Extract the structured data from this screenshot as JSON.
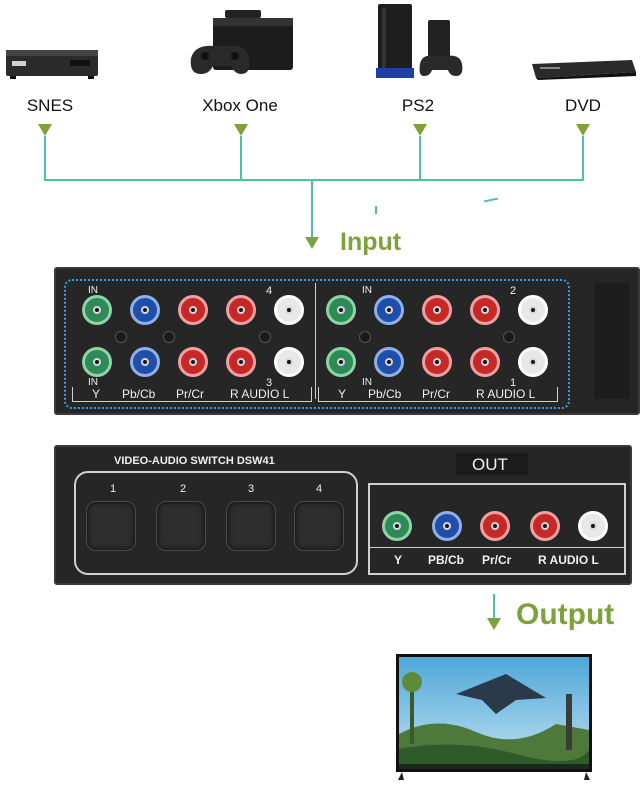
{
  "sources": [
    {
      "label": "SNES",
      "icon": "snes-console-icon"
    },
    {
      "label": "Xbox One",
      "icon": "xbox-console-icon"
    },
    {
      "label": "PS2",
      "icon": "ps2-console-icon"
    },
    {
      "label": "DVD",
      "icon": "dvd-player-icon"
    }
  ],
  "input_label": "Input",
  "output_label": "Output",
  "input_panel": {
    "group_left": {
      "top_in": "IN",
      "top_num": "4",
      "bottom_in": "IN",
      "bottom_num": "3"
    },
    "group_right": {
      "top_in": "IN",
      "top_num": "2",
      "bottom_in": "IN",
      "bottom_num": "1"
    },
    "labels": {
      "y": "Y",
      "pb": "Pb/Cb",
      "pr": "Pr/Cr",
      "audio": "R  AUDIO  L"
    }
  },
  "switch_panel": {
    "title": "VIDEO-AUDIO SWITCH DSW41",
    "buttons": [
      "1",
      "2",
      "3",
      "4"
    ],
    "out_label": "OUT",
    "out_labels": {
      "y": "Y",
      "pb": "PB/Cb",
      "pr": "Pr/Cr",
      "audio": "R AUDIO L"
    }
  },
  "colors": {
    "accent_green": "#7da23c",
    "connector_teal": "#4fc0a8",
    "jack_green": "#2e8b57",
    "jack_blue": "#1f4fa8",
    "jack_red": "#c62828",
    "jack_white": "#e8e8e8"
  }
}
